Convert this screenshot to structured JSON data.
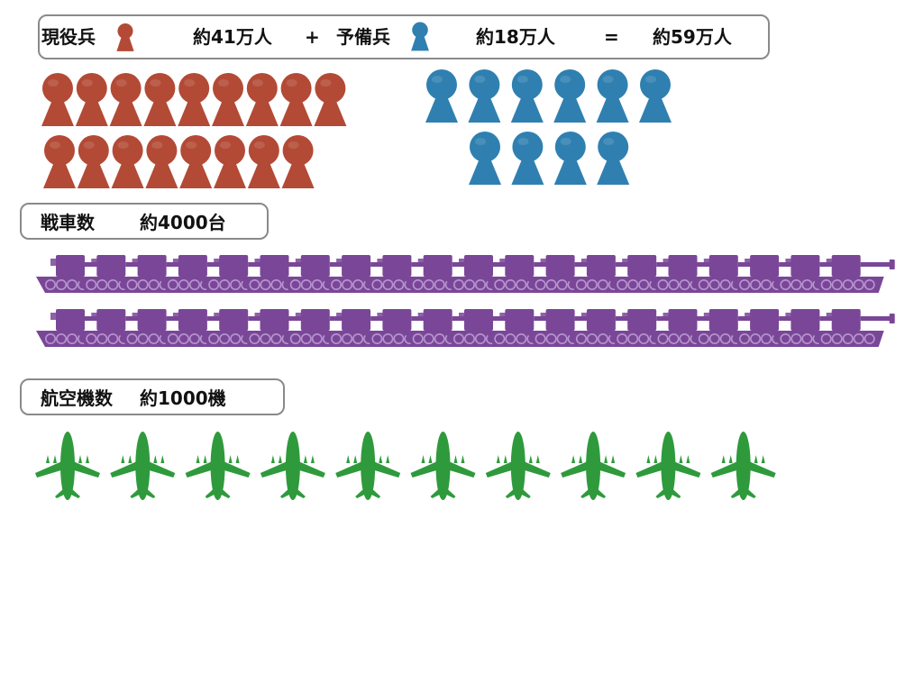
{
  "personnel": {
    "active_label": "現役兵",
    "active_value": "約41万人",
    "plus": "+",
    "reserve_label": "予備兵",
    "reserve_value": "約18万人",
    "equals": "=",
    "total_value": "約59万人",
    "active_icons_count": 17,
    "reserve_icons_count": 10,
    "active_color": "#b34a36",
    "reserve_color": "#2f80b1",
    "icon": "person-pawn-icon"
  },
  "tanks": {
    "label": "戦車数",
    "value": "約4000台",
    "icons_count": 40,
    "color": "#7a4798",
    "icon": "tank-icon"
  },
  "aircraft": {
    "label": "航空機数",
    "value": "約1000機",
    "icons_count": 10,
    "color": "#2f9a3c",
    "icon": "airplane-icon"
  }
}
